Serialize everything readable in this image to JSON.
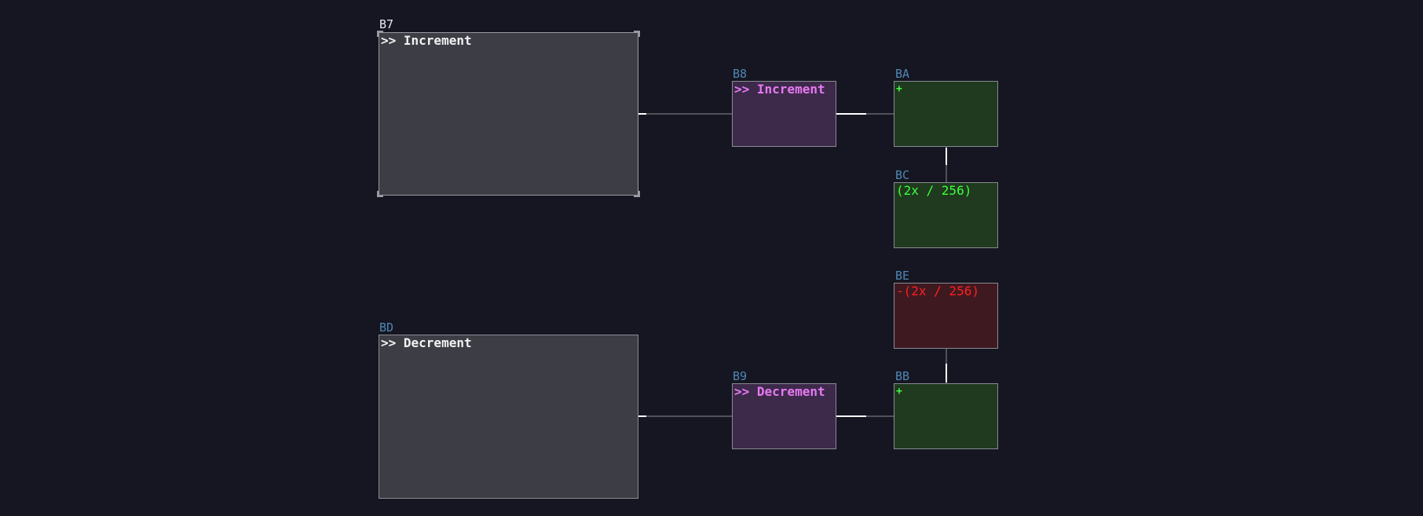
{
  "colors": {
    "background": "#151621",
    "id_default": "#4f86b4",
    "id_selected": "#e8e8ee",
    "event_label": "#f2f2f2",
    "relay_label": "#e879f2",
    "plus_label": "#3cff3c",
    "expr_label": "#3cff3c",
    "neg_label": "#ff2020",
    "wire": "#8a8a93"
  },
  "nodes": {
    "b7": {
      "id": "B7",
      "label": ">> Increment"
    },
    "b8": {
      "id": "B8",
      "label": ">> Increment"
    },
    "ba": {
      "id": "BA",
      "label": "+"
    },
    "bc": {
      "id": "BC",
      "label": "(2x / 256)"
    },
    "be": {
      "id": "BE",
      "label": "-(2x / 256)"
    },
    "bd": {
      "id": "BD",
      "label": ">> Decrement"
    },
    "b9": {
      "id": "B9",
      "label": ">> Decrement"
    },
    "bb": {
      "id": "BB",
      "label": "+"
    }
  }
}
